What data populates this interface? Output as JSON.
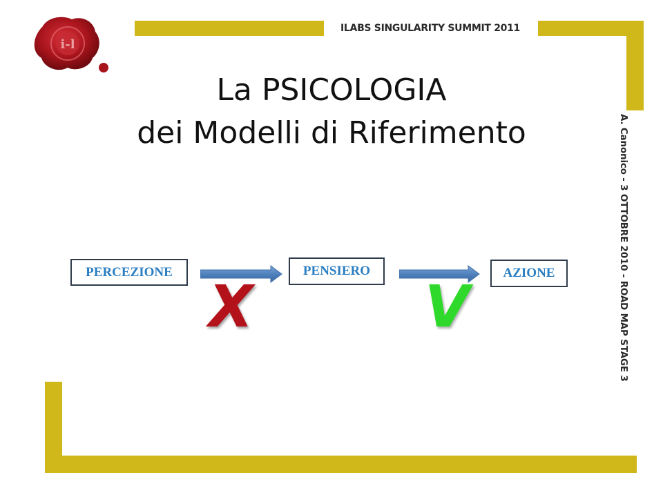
{
  "header": {
    "event_label": "ILABS SINGULARITY SUMMIT  2011"
  },
  "title": {
    "line1": "La PSICOLOGIA",
    "line2": "dei Modelli di Riferimento"
  },
  "side_caption": "A. Canonico - 3 OTTOBRE 2010  - ROAD MAP STAGE 3",
  "diagram": {
    "nodes": [
      {
        "id": "percezione",
        "label": "PERCEZIONE"
      },
      {
        "id": "pensiero",
        "label": "PENSIERO"
      },
      {
        "id": "azione",
        "label": "AZIONE"
      }
    ],
    "marks": {
      "first_transition": "X",
      "second_transition": "V"
    }
  },
  "logo": {
    "icon": "wax-seal-logo",
    "lettering": "i-l"
  },
  "colors": {
    "frame": "#d1b81a",
    "node_text": "#2a7ec2",
    "arrow": "#4f81bd",
    "cross_mark": "#b3121a",
    "check_mark": "#2fd92b",
    "seal": "#a8141c"
  }
}
